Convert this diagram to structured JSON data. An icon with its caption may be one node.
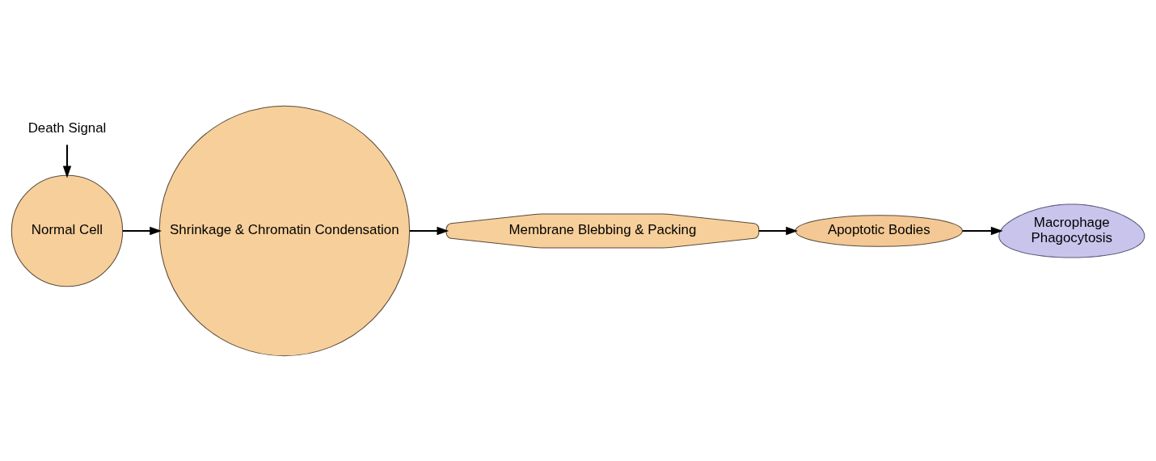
{
  "diagram": {
    "nodes": [
      {
        "text": [
          "Death Signal"
        ]
      },
      {
        "text": [
          "Normal Cell"
        ]
      },
      {
        "text": [
          "Shrinkage & Chromatin Condensation"
        ]
      },
      {
        "text": [
          "Membrane Blebbing & Packing"
        ]
      },
      {
        "text": [
          "Apoptotic Bodies"
        ]
      },
      {
        "text": [
          "Macrophage",
          "Phagocytosis"
        ]
      }
    ],
    "edges": [
      {
        "from": 0,
        "to": 1,
        "arrow": "to"
      },
      {
        "from": 1,
        "to": 2,
        "arrow": "to"
      },
      {
        "from": 2,
        "to": 3,
        "arrow": "to"
      },
      {
        "from": 3,
        "to": 4,
        "arrow": "to"
      },
      {
        "from": 4,
        "to": 5,
        "arrow": "to"
      }
    ]
  }
}
